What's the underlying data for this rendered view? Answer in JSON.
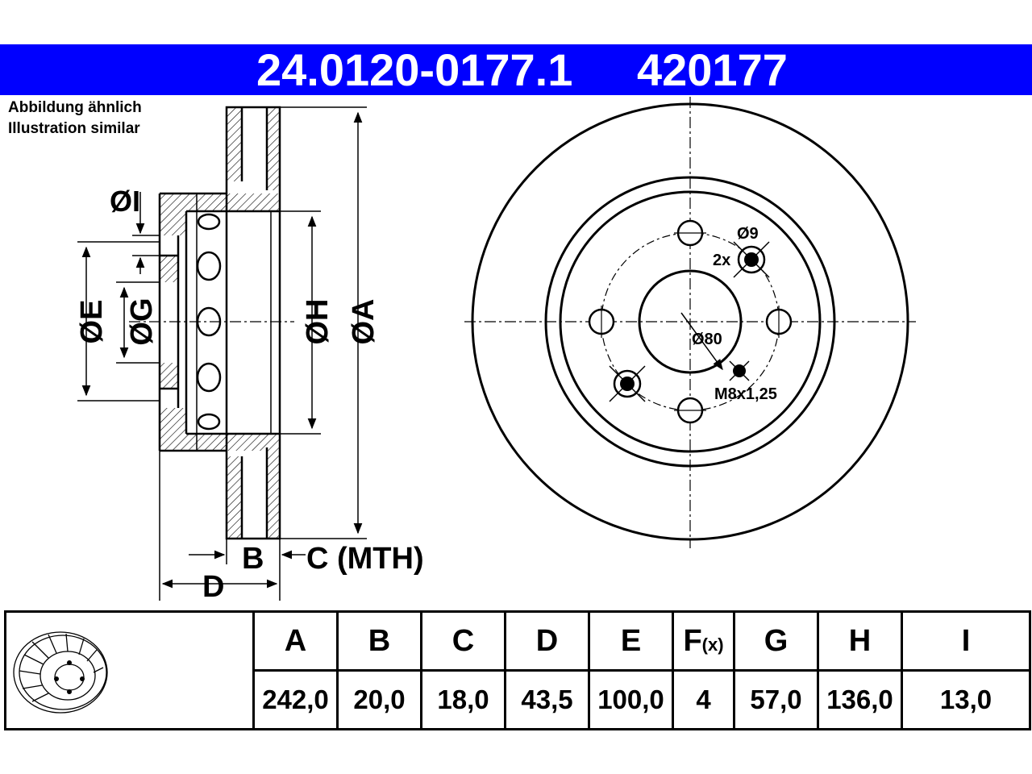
{
  "header": {
    "part_number": "24.0120-0177.1",
    "article_number": "420177",
    "banner_color": "#0000ff"
  },
  "notes": {
    "line_de": "Abbildung ähnlich",
    "line_en": "Illustration similar"
  },
  "side_view": {
    "label_diam_i": "ØI",
    "label_diam_e": "ØE",
    "label_diam_g": "ØG",
    "label_diam_h": "ØH",
    "label_diam_a": "ØA",
    "label_b": "B",
    "label_c": "C (MTH)",
    "label_d": "D"
  },
  "front_view": {
    "bolt_hole_label": "Ø9",
    "bolt_hole_count": "2x",
    "center_bore_label": "Ø80",
    "thread_label": "M8x1,25"
  },
  "spec_table": {
    "headers": [
      "A",
      "B",
      "C",
      "D",
      "E",
      "F",
      "G",
      "H",
      "I"
    ],
    "f_suffix": "(x)",
    "values": [
      "242,0",
      "20,0",
      "18,0",
      "43,5",
      "100,0",
      "4",
      "57,0",
      "136,0",
      "13,0"
    ]
  }
}
